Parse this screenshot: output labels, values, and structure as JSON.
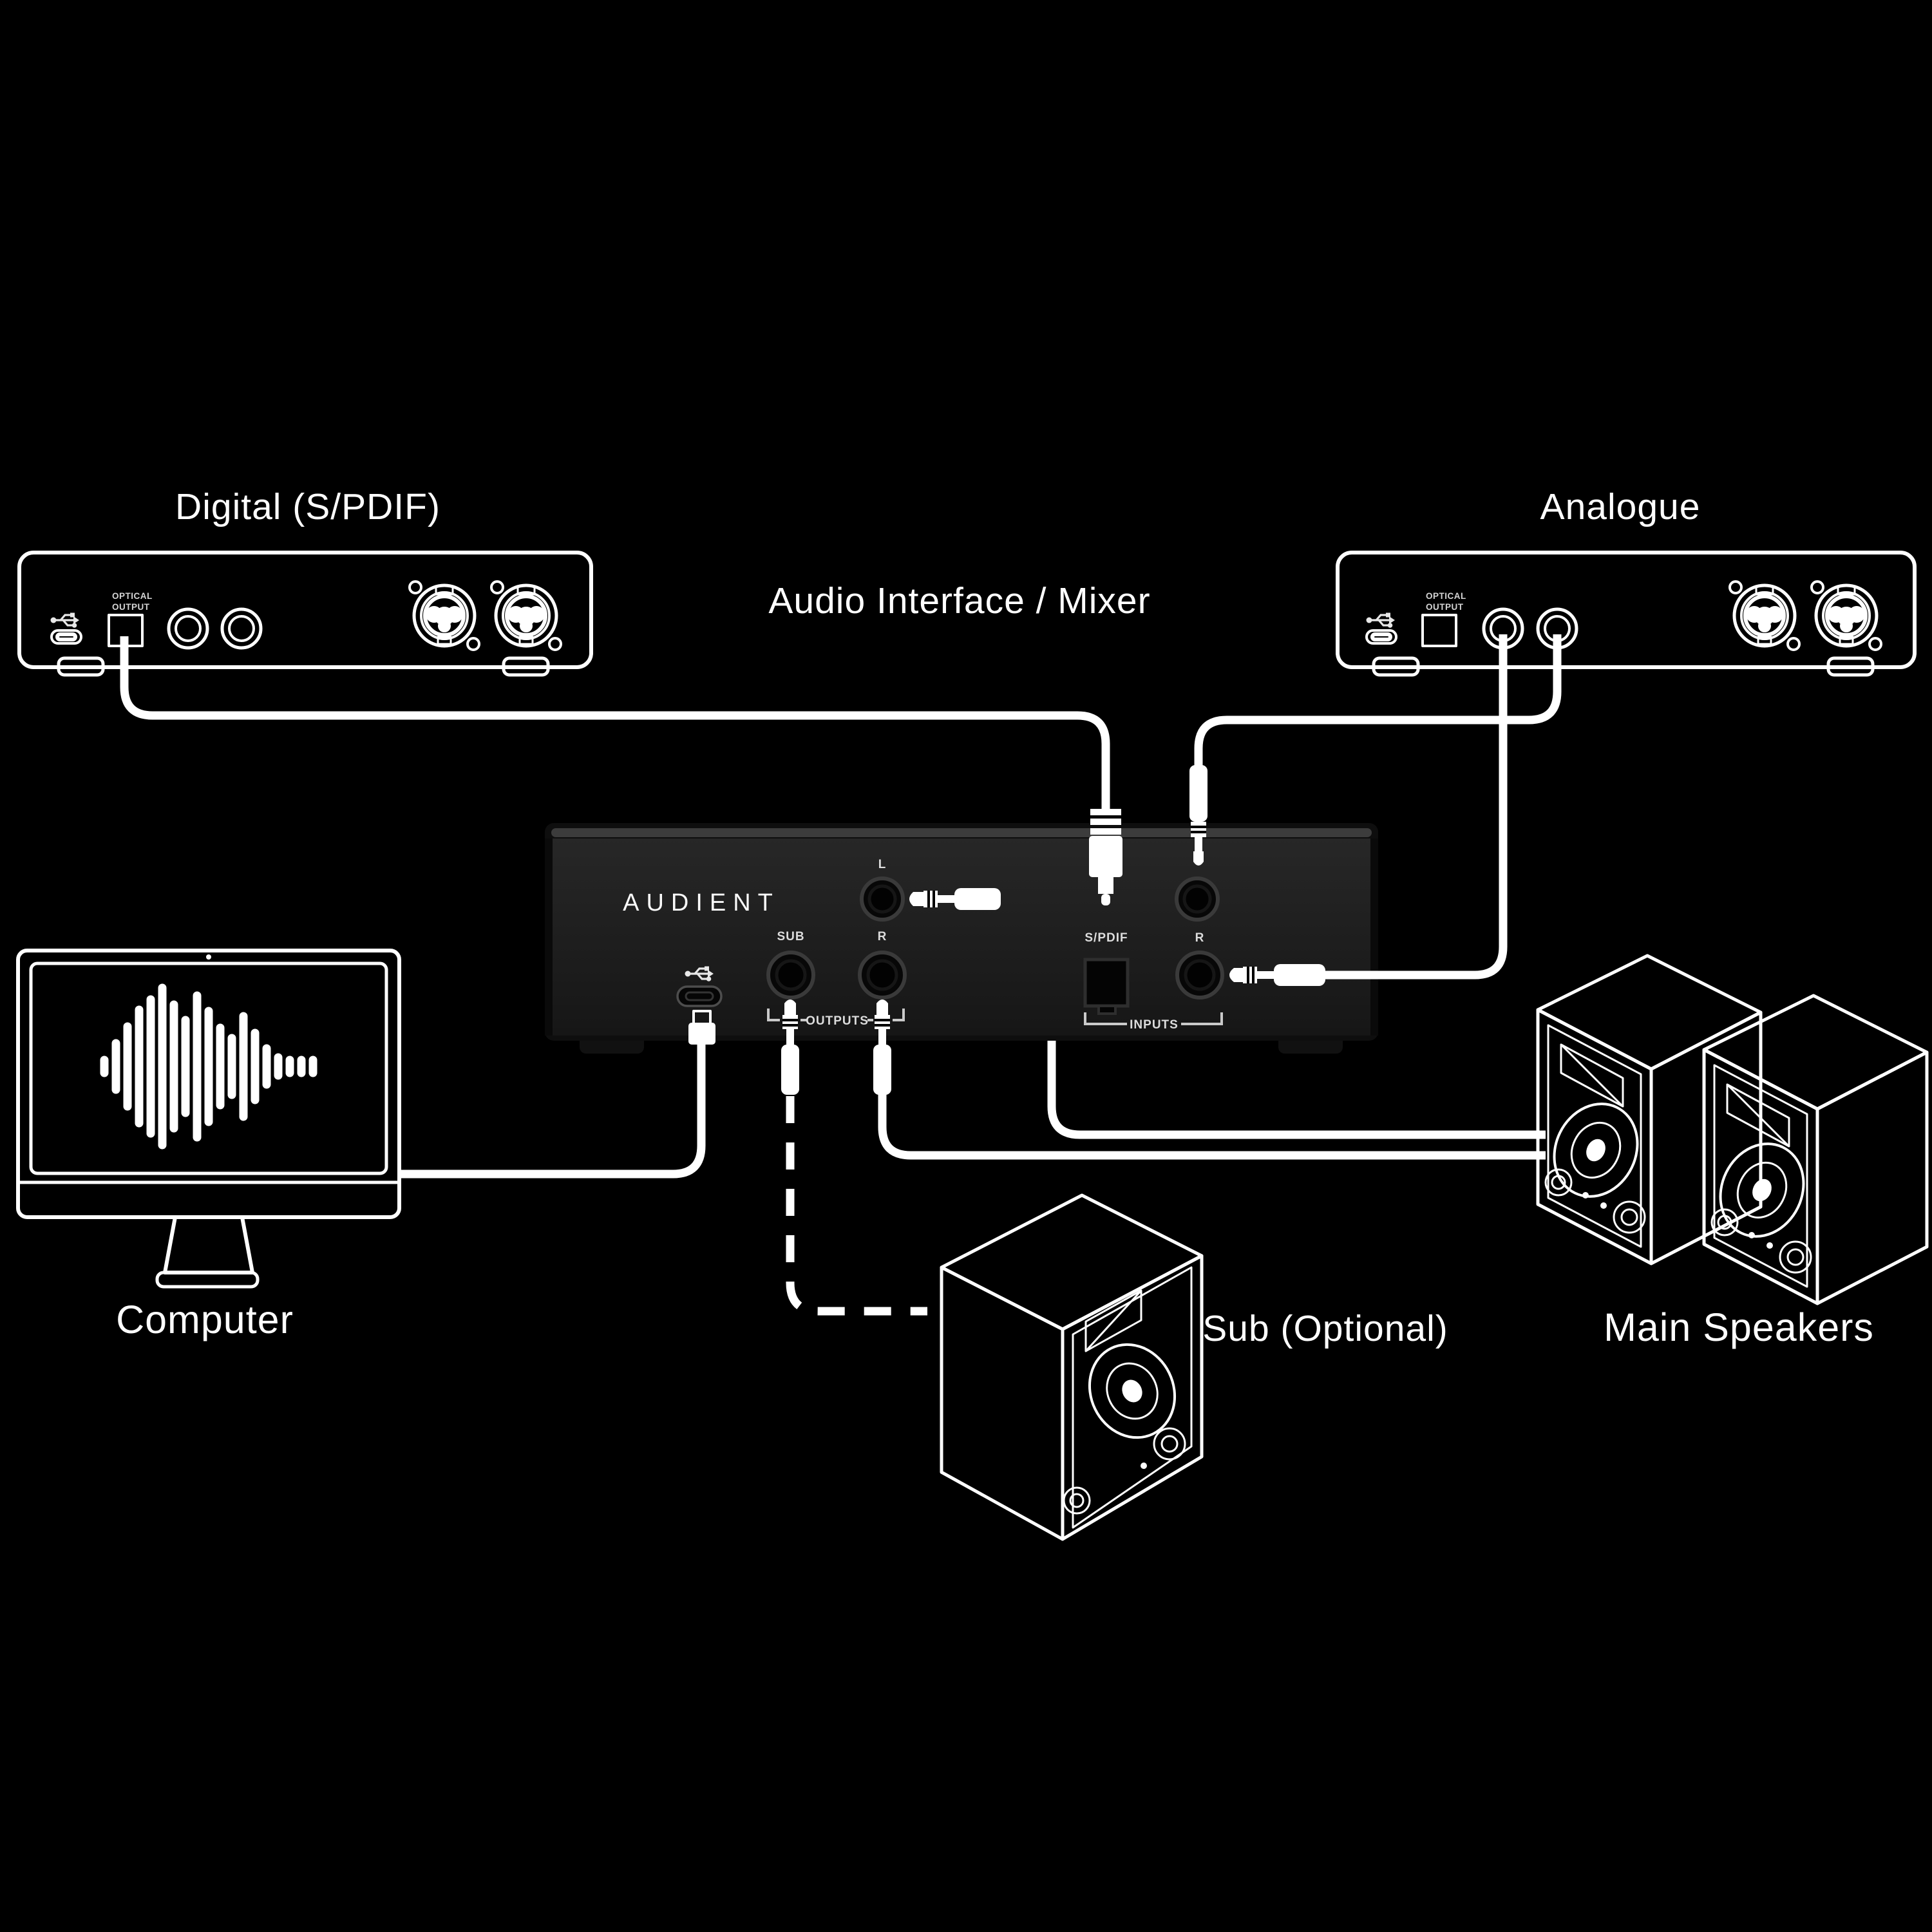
{
  "colors": {
    "background": "#000000",
    "line": "#ffffff",
    "panel": "#1e1e1e",
    "panel_top_edge": "#3c3c3c",
    "panel_label": "#dcdcdc"
  },
  "labels": {
    "digital_device": "Digital (S/PDIF)",
    "center_device": "Audio Interface / Mixer",
    "analogue_device": "Analogue",
    "computer": "Computer",
    "sub": "Sub (Optional)",
    "main_speakers": "Main Speakers"
  },
  "digital_interface": {
    "optical_line1": "OPTICAL",
    "optical_line2": "OUTPUT"
  },
  "analogue_interface": {
    "optical_line1": "OPTICAL",
    "optical_line2": "OUTPUT"
  },
  "audient": {
    "brand": "AUDIENT",
    "port_labels": {
      "l_out": "L",
      "sub_out": "SUB",
      "r_out": "R",
      "spdif_in": "S/PDIF",
      "r_in": "R"
    },
    "group_labels": {
      "outputs": "OUTPUTS",
      "inputs": "INPUTS"
    }
  },
  "icons": {
    "usb": "usb-trident-icon",
    "usb_c_port": "usb-c-port",
    "optical_port": "optical-toslink-port",
    "xlr_combo": "xlr-combo-jack",
    "quarter_jack": "quarter-inch-jack",
    "rca_plug": "rca-plug",
    "trs_plug": "trs-jack-plug",
    "waveform": "audio-waveform-icon"
  }
}
